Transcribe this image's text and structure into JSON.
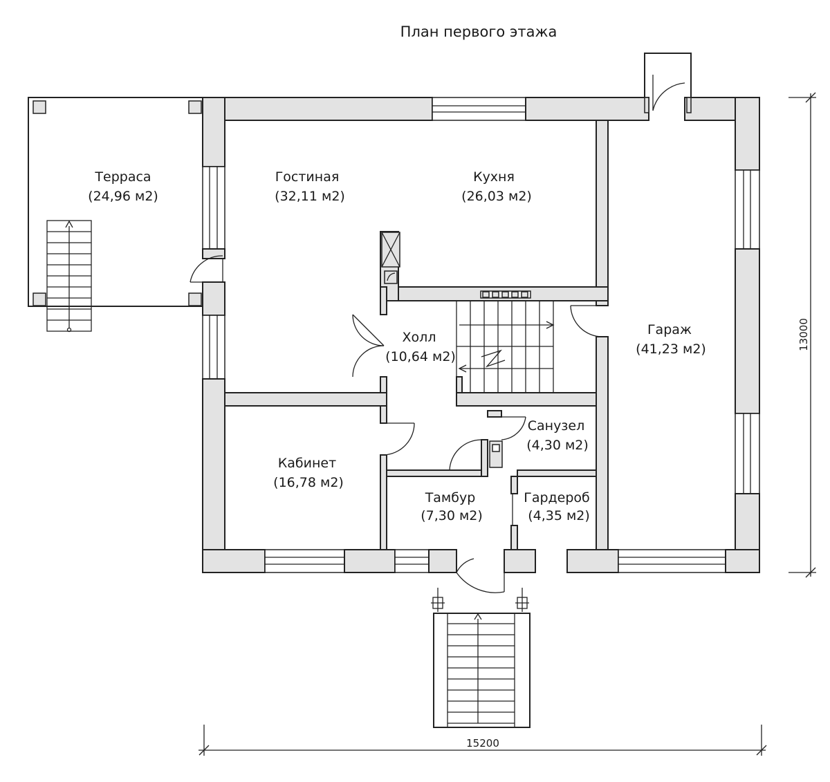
{
  "title": "План первого этажа",
  "rooms": {
    "terrace": {
      "name": "Терраса",
      "area": "(24,96 м2)"
    },
    "living": {
      "name": "Гостиная",
      "area": "(32,11 м2)"
    },
    "kitchen": {
      "name": "Кухня",
      "area": "(26,03 м2)"
    },
    "hall": {
      "name": "Холл",
      "area": "(10,64 м2)"
    },
    "garage": {
      "name": "Гараж",
      "area": "(41,23 м2)"
    },
    "bathroom": {
      "name": "Санузел",
      "area": "(4,30 м2)"
    },
    "office": {
      "name": "Кабинет",
      "area": "(16,78 м2)"
    },
    "vestibule": {
      "name": "Тамбур",
      "area": "(7,30 м2)"
    },
    "wardrobe": {
      "name": "Гардероб",
      "area": "(4,35 м2)"
    }
  },
  "dimensions": {
    "width": "15200",
    "height": "13000"
  }
}
